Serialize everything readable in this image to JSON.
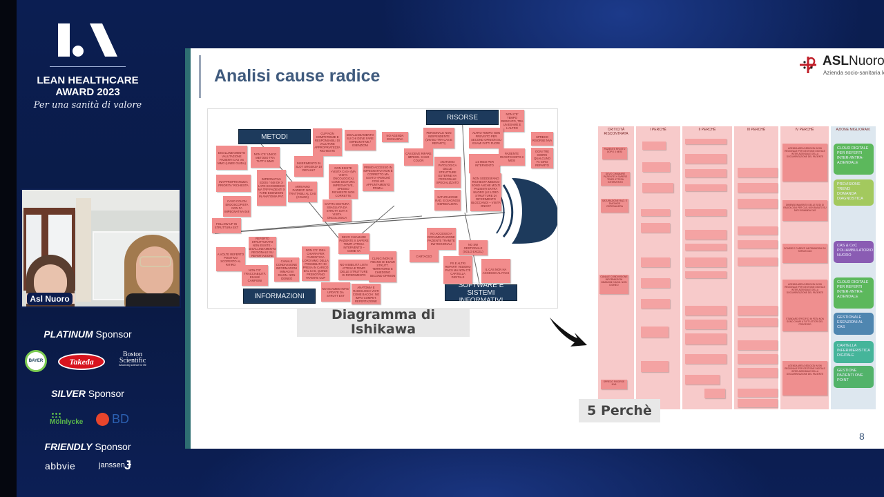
{
  "brand": {
    "logo": "LA",
    "title_line1": "LEAN HEALTHCARE",
    "title_line2": "AWARD 2023",
    "tagline": "Per una sanità di valore"
  },
  "video": {
    "participant_label": "Asl Nuoro"
  },
  "sponsors": {
    "platinum": {
      "tier": "PLATINUM",
      "word": "Sponsor",
      "logos": [
        "BAYER",
        "Takeda",
        "Boston Scientific"
      ],
      "boston_tagline": "Advancing science for life"
    },
    "silver": {
      "tier": "SILVER",
      "word": "Sponsor",
      "logos": [
        "Mölnlycke",
        "BD"
      ]
    },
    "friendly": {
      "tier": "FRIENDLY",
      "word": "Sponsor",
      "logos": [
        "abbvie",
        "janssen"
      ]
    }
  },
  "slide": {
    "title": "Analisi cause radice",
    "org_logo": {
      "name_bold": "ASL",
      "name": "Nuoro",
      "subtitle": "Azienda socio-sanitaria locale"
    },
    "page_number": "8",
    "ishikawa_label": "Diagramma di Ishikawa",
    "five_whys_label": "5 Perchè",
    "ishikawa": {
      "categories": [
        "METODI",
        "RISORSE",
        "INFORMAZIONI",
        "SOFTWARE E SISTEMI INFORMATIVI"
      ],
      "notes": [
        "DISALLINEAMENTO VALUTAZIONE PAZIENTI CAS VS MMG (LINEE GUIDA)",
        "NON C'E' UNICO METODO TRA TUTTI I MMG",
        "CUP NON COMPETENZE E RESPONSABILI DI VALUTARE APPROPRIATEZZA RICHIESTE",
        "DISALLINEAMENTO SU CHI DEVE FARE IMPEGNATIVE / ESENZIONI",
        "INAPPROPRIATEZZA PRIORITA' RICHIESTA",
        "INSERIMENTO IN SLOT URGENZA DI DEFAULT",
        "IMPEGNATIVA EDOS / 048 OK X LATO ECONOMICO MA TRP PAZIENTI X FARE ESENZIONI IN ANATOMIA PAT.",
        "ARRIVANO PAZIENTI NON TRATTABILI AL CAS (COLON)",
        "NON ESISTE «VISITA CAS» (MA VISITA ONCOLOGICA) COME DICITURA IMPEGNATIVE, SPESSO RICHIESTE NON CORRETTE",
        "PRIMO ACCESSO IN IMPEGNATIVA NON È CORRETTO MA USATO «PERCHÉ COSÌ HO APPUNTAMENTO PRIMA»",
        "CASO COLON ENDOSCOPISTA NON FA IMPEGNATIVA 048",
        "FOLLOW UP IN STRUTTURA EXT",
        "CAPITA DICITURA SBAGLIATA DA STRUTT. EXT X VISITA ONCOLOGICA",
        "NO AGENDA ESCLUSIVA",
        "PERSONALE NON INDIPENDENTE (DIVISO TRA CAS E REPARTI)",
        "CAS DEVE RIFARE IMPEGN. CASO COLON",
        "ANATOMIA PATOLOGICA DELLE STRUTTURE ESTERNE HA PERSONALE SPECIALIZZATO",
        "SATURAZIONE RAD. E DIAGNOSI OSPEDALIERA",
        "NON C'E' TEMPO DEDICATO, TRA UN ESAME E L'ALTRO",
        "ALTRO TEMPO NON PREVISTO PER SECOND OPINION SU ESAMI FATTI FUORI",
        "1.5 MESI PER INTERVENTO",
        "PAZIENTE RIVISTO DOPO 3 MESI",
        "SPRECO RISORSE NVA",
        "OGNI TRE GIORNI QUALCUNO FA GIRO REPARTO",
        "NON SODDISFANO RICHIESTA MEDICO SONO ANCHE MOLTI PAZIENTI EXTRA NUORO (LE LORO STRUTTURE DI RIFERIMENTO BLOCCANO) – VISITA ONCO?",
        "A VOLTE REFERTO POSITIVO SCOPERTO AL RITIRO",
        "REFERTO STRUTTURATO NON ESISTE - DISALLINEAMENTO REGIONALE SU REFERTAZIONE",
        "NON C'E' TRACCIABILITÀ ESAMI/ CAMPIONI",
        "CANALE CONDIVISIONE INFORMAZIONI IMMAGINI DIAGN. NON IDONEO",
        "NON C'E' IDEA CHIARA PER PAZIENTI DA LORO MMG DELLA POSSIBILITA' DI PRESA IN CARICO DAL CAS, QUINDI PRENOTANO TRAMITE CUP",
        "DEVO CHIAMARE PAZIENTE X SAPERE TEMPI ATTESA INTERVENTO – COME VA",
        "NO VISIBILITÀ LISTA ATTESA E TEMPI DELLE STRUTTURE DI RIFERIMENTO",
        "CLINICI NON SI FIDANO DI ESAMI STRUTT. TERRITORIO E CHIEDONO SECOND OPINION",
        "NO SCAMBIO INFO/ UPDATE DA STRUTT EXT",
        "ANATOMIA E RADIOLOGIA VISTI COME BACCHI: NO IMPO COMPET. REFERTAZIONE",
        "NO ACCESSO A DOCUMENTAZIONE PAZIENTE TRAMITE SW REGIONALI",
        "CARTACEO",
        "NO SW GESTIONALE (SOLO EXCEL)",
        "PS E ALTRI REPARTI VEDONO PACS MA NON C'È CARTELLA DIGITALE",
        "IL CAS NON HA ACCESSO AL PACS"
      ]
    },
    "five_whys": {
      "headers": [
        "CRITICITÀ RISCONTRATA",
        "I PERCHÉ",
        "II PERCHÉ",
        "III PERCHÉ",
        "IV PERCHÉ",
        "AZIONE MIGLIORAM."
      ],
      "criticita": [
        "PAZIENTE RIVISTO DOPO 3 MESI",
        "DEVO CHIAMARE PAZIENTE X SAPERE TEMPI ATTESA INTERVENTO",
        "SATURAZIONE RAD. E DIAGNOSI OSPEDALIERA",
        "CANALE CONDIVISIONE INFORMAZIONI IMMAGINI DIAGN. NON IDONEO",
        "SPRECO RISORSE NVA"
      ],
      "iv_perche": [
        "AGENDA AREA DEDICATA IN SW REGIONALE PER GESTIONE DIGITALE INTER-AZIENDALE DELLA DOCUMENTAZIONE DEL PAZIENTE",
        "DIMENSIONAMENTO DELLE SEDI DI RADIOLOGIA PER CAS, NON BASATO SU DATI DOMANDA CAS",
        "SCARSE E CARENTI INFORMAZIONI SU SERVIZI CAS",
        "AGENDA AREA DEDICATA IN SW REGIONALE PER GESTIONE DIGITALE INTER-AZIENDALE DELLA DOCUMENTAZIONE DEL PAZIENTE",
        "STANDARD SPECIFICI IN PDTA NON SONO CHIARI A TUTTI ATTORI DEL PROCESSO",
        "AGENDA AREA DEDICATA IN SW REGIONALE PER GESTIONE DIGITALE INTER-AZIENDALE DELLA DOCUMENTAZIONE DEL PAZIENTE"
      ],
      "actions": [
        {
          "label": "CLOUD DIGITALE PER REFERTI INTER-/INTRA-AZIENDALE",
          "color": "#5cb85c"
        },
        {
          "label": "PREVISIONE TREND DOMANDA DIAGNOSTICA",
          "color": "#a3c95e"
        },
        {
          "label": "CAS & CoC POLIAMBULATORIO NUORO",
          "color": "#8a5cb3"
        },
        {
          "label": "CLOUD DIGITALE PER REFERTI INTER-/INTRA-AZIENDALE",
          "color": "#5cb85c"
        },
        {
          "label": "GESTIONALE ESENZIONI AL CAS",
          "color": "#4f86b0"
        },
        {
          "label": "CARTELLA INFERMIERISTICA DIGITALE",
          "color": "#45b59a"
        },
        {
          "label": "GESTIONE PAZIENTI ONE POINT",
          "color": "#52b36a"
        }
      ]
    }
  }
}
